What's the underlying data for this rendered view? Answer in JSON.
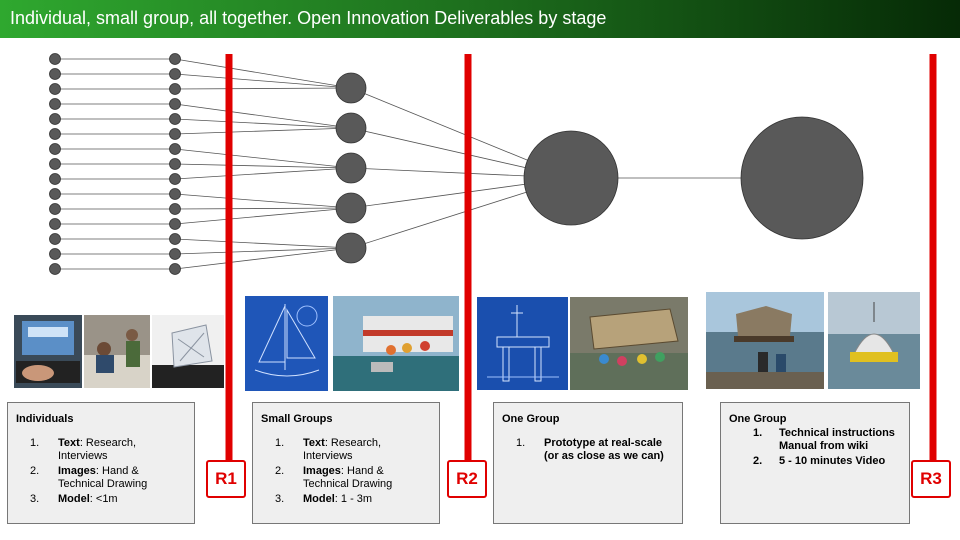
{
  "title": "Individual, small group, all together. Open Innovation Deliverables by stage",
  "colors": {
    "title_start": "#2fa82f",
    "title_end": "#062a06",
    "release_bar": "#e00000",
    "node": "#595959",
    "box_bg": "#efefef"
  },
  "releases": [
    {
      "label": "R1"
    },
    {
      "label": "R2"
    },
    {
      "label": "R3"
    }
  ],
  "diagram": {
    "individual_pairs": 15,
    "small_group_nodes": 5,
    "one_group_nodes": 2
  },
  "photos": [
    {
      "name": "online-research-photo"
    },
    {
      "name": "interview-photo"
    },
    {
      "name": "hand-model-photo"
    },
    {
      "name": "sailboat-blueprint-photo"
    },
    {
      "name": "harbor-team-photo"
    },
    {
      "name": "oil-rig-blueprint-photo"
    },
    {
      "name": "raft-lift-photo"
    },
    {
      "name": "floating-hut-photo"
    },
    {
      "name": "dome-float-photo"
    }
  ],
  "boxes": {
    "individuals": {
      "heading": "Individuals",
      "items": [
        {
          "num": "1.",
          "bold": "Text",
          "rest": ": Research, Interviews"
        },
        {
          "num": "2.",
          "bold": "Images",
          "rest": ": Hand & Technical Drawing"
        },
        {
          "num": "3.",
          "bold": "Model",
          "rest": ": <1m"
        }
      ]
    },
    "small_groups": {
      "heading": "Small Groups",
      "items": [
        {
          "num": "1.",
          "bold": "Text",
          "rest": ": Research, Interviews"
        },
        {
          "num": "2.",
          "bold": "Images",
          "rest": ": Hand & Technical Drawing"
        },
        {
          "num": "3.",
          "bold": "Model",
          "rest": ": 1 - 3m"
        }
      ]
    },
    "one_group_1": {
      "heading": "One Group",
      "items": [
        {
          "num": "1.",
          "bold": "Prototype at real-scale (or as close as we can)",
          "rest": ""
        }
      ]
    },
    "one_group_2": {
      "heading": "One Group",
      "items": [
        {
          "num": "1.",
          "bold": "Technical instructions Manual from wiki",
          "rest": ""
        },
        {
          "num": "2.",
          "bold": "5 - 10 minutes Video",
          "rest": ""
        }
      ]
    }
  }
}
